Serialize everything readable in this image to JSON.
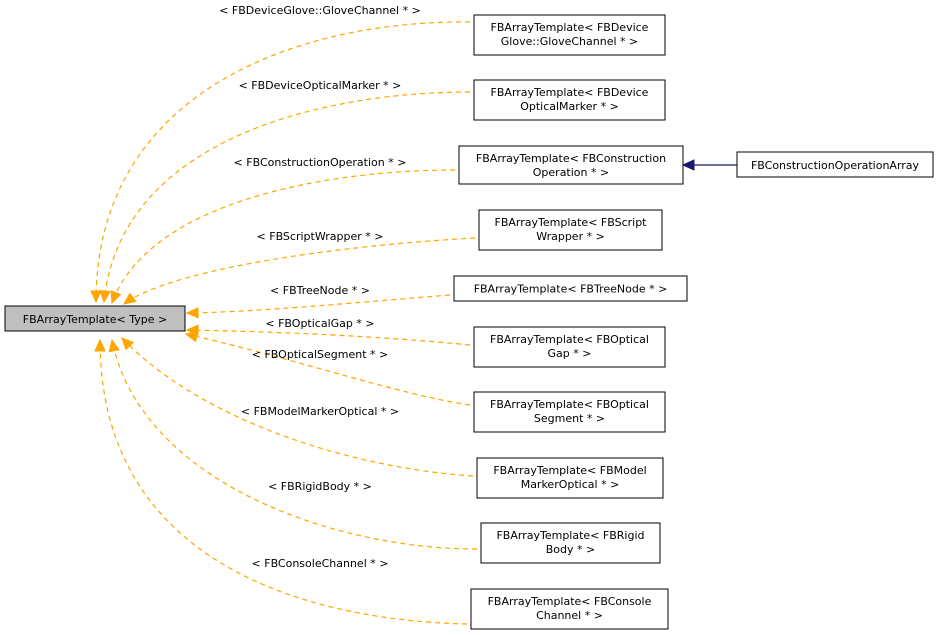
{
  "diagram": {
    "root": {
      "label": "FBArrayTemplate< Type >"
    },
    "templates": [
      {
        "id": "glove",
        "lines": [
          "FBArrayTemplate< FBDevice",
          "Glove::GloveChannel * >"
        ],
        "edge_label": "< FBDeviceGlove::GloveChannel * >"
      },
      {
        "id": "marker",
        "lines": [
          "FBArrayTemplate< FBDevice",
          "OpticalMarker * >"
        ],
        "edge_label": "< FBDeviceOpticalMarker * >"
      },
      {
        "id": "constr",
        "lines": [
          "FBArrayTemplate< FBConstruction",
          "Operation * >"
        ],
        "edge_label": "< FBConstructionOperation * >"
      },
      {
        "id": "script",
        "lines": [
          "FBArrayTemplate< FBScript",
          "Wrapper * >"
        ],
        "edge_label": "< FBScriptWrapper * >"
      },
      {
        "id": "tree",
        "lines": [
          "FBArrayTemplate< FBTreeNode * >"
        ],
        "edge_label": "< FBTreeNode * >"
      },
      {
        "id": "gap",
        "lines": [
          "FBArrayTemplate< FBOptical",
          "Gap * >"
        ],
        "edge_label": "< FBOpticalGap * >"
      },
      {
        "id": "segment",
        "lines": [
          "FBArrayTemplate< FBOptical",
          "Segment * >"
        ],
        "edge_label": "< FBOpticalSegment * >"
      },
      {
        "id": "model",
        "lines": [
          "FBArrayTemplate< FBModel",
          "MarkerOptical * >"
        ],
        "edge_label": "< FBModelMarkerOptical * >"
      },
      {
        "id": "rigid",
        "lines": [
          "FBArrayTemplate< FBRigid",
          "Body * >"
        ],
        "edge_label": "< FBRigidBody * >"
      },
      {
        "id": "console",
        "lines": [
          "FBArrayTemplate< FBConsole",
          "Channel * >"
        ],
        "edge_label": "< FBConsoleChannel * >"
      }
    ],
    "derived": {
      "label": "FBConstructionOperationArray",
      "base": "constr"
    },
    "colors": {
      "template_edge": "#ffa500",
      "inheritance_edge": "#191970",
      "root_fill": "#bfbfbf"
    }
  }
}
